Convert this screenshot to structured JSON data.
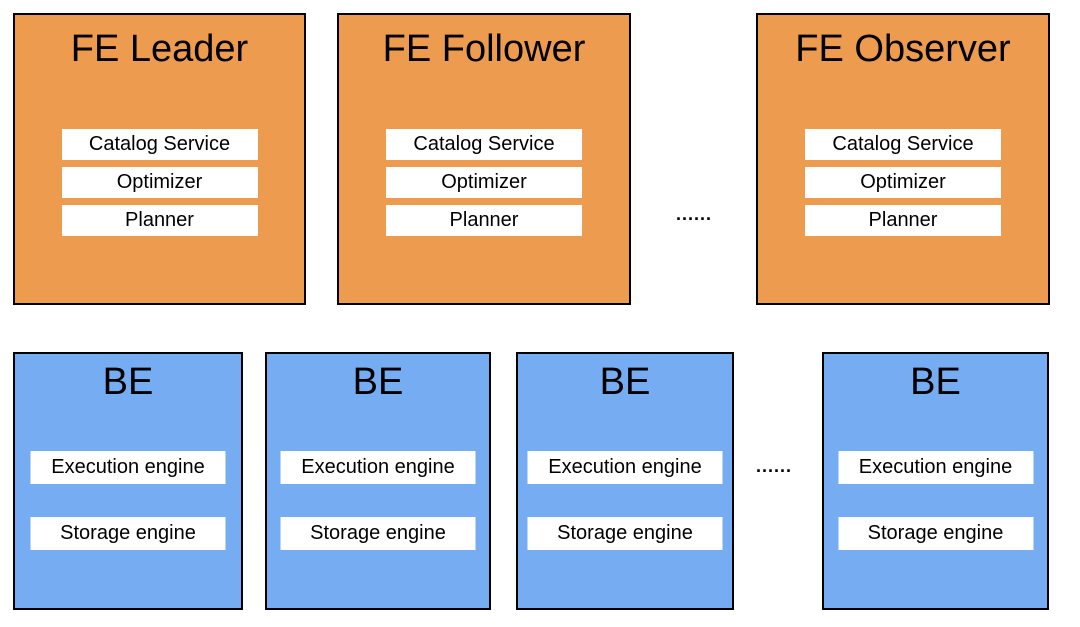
{
  "colors": {
    "fe_fill": "#ED9B4F",
    "be_fill": "#75ACF2",
    "border": "#000000",
    "component_fill": "#FFFFFF",
    "text": "#000000"
  },
  "fe_row": {
    "ellipsis": "......",
    "nodes": [
      {
        "title": "FE Leader",
        "components": [
          "Catalog Service",
          "Optimizer",
          "Planner"
        ]
      },
      {
        "title": "FE Follower",
        "components": [
          "Catalog Service",
          "Optimizer",
          "Planner"
        ]
      },
      {
        "title": "FE Observer",
        "components": [
          "Catalog Service",
          "Optimizer",
          "Planner"
        ]
      }
    ]
  },
  "be_row": {
    "ellipsis": "......",
    "nodes": [
      {
        "title": "BE",
        "components": [
          "Execution engine",
          "Storage engine"
        ]
      },
      {
        "title": "BE",
        "components": [
          "Execution engine",
          "Storage engine"
        ]
      },
      {
        "title": "BE",
        "components": [
          "Execution engine",
          "Storage engine"
        ]
      },
      {
        "title": "BE",
        "components": [
          "Execution engine",
          "Storage engine"
        ]
      }
    ]
  }
}
